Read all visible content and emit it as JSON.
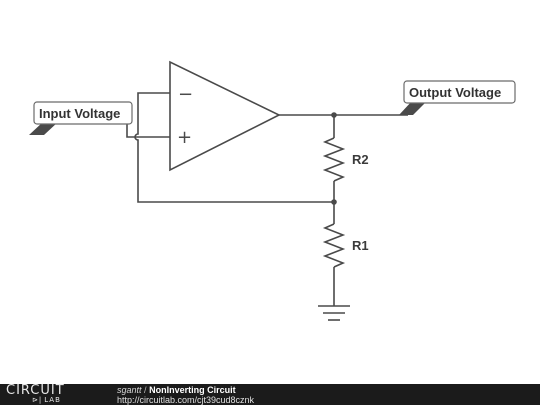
{
  "schematic": {
    "ports": {
      "input": "Input Voltage",
      "output": "Output Voltage"
    },
    "opamp": {
      "inverting_sign": "−",
      "noninverting_sign": "+"
    },
    "resistors": {
      "r2": "R2",
      "r1": "R1"
    }
  },
  "footer": {
    "brand_top": "CIRCUIT",
    "brand_bottom": "LAB",
    "author": "sgantt",
    "separator": "/",
    "title": "NonInverting Circuit",
    "url": "http://circuitlab.com/cjt39cud8cznk"
  },
  "colors": {
    "wire": "#4a4a4a",
    "footer_bg": "#1b1b1b"
  }
}
